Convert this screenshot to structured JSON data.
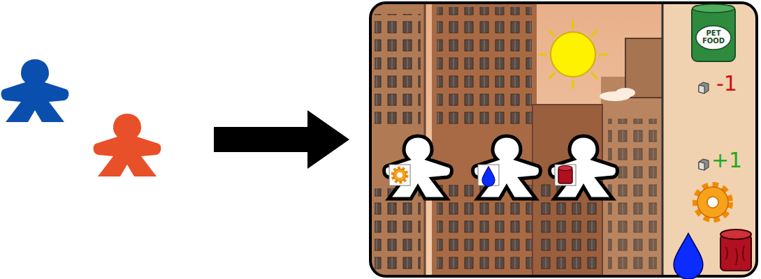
{
  "diagram": {
    "labels": [
      "PET FOOD",
      "-1",
      "+1"
    ]
  }
}
